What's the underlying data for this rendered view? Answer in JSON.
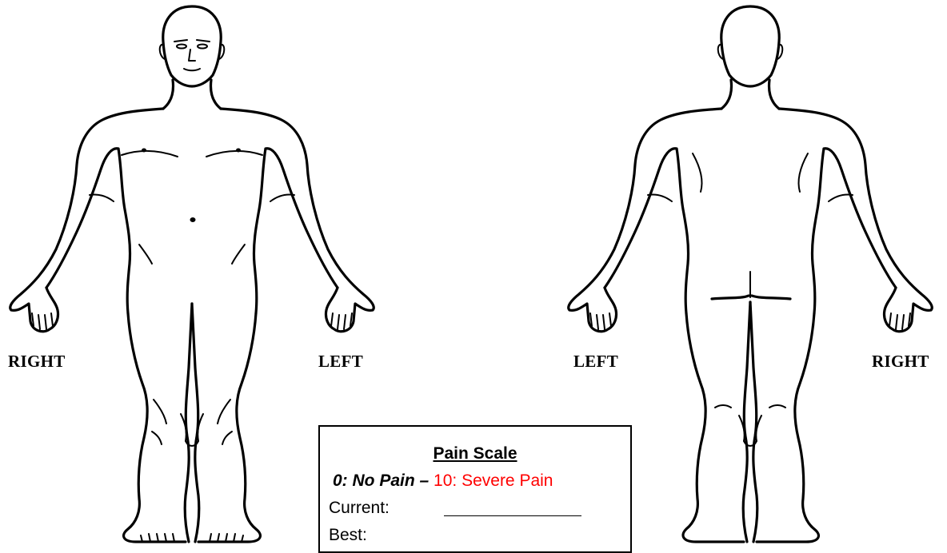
{
  "labels": {
    "front_right": "RIGHT",
    "front_left": "LEFT",
    "back_left": "LEFT",
    "back_right": "RIGHT"
  },
  "pain_scale": {
    "title": "Pain Scale",
    "no_pain": "0: No Pain",
    "dash": " – ",
    "severe": "10: Severe Pain",
    "fields": [
      {
        "label": "Current:"
      },
      {
        "label": "Best:"
      }
    ]
  },
  "colors": {
    "severe": "#ff0000",
    "line": "#000000"
  },
  "icons": [
    "body-front-figure",
    "body-back-figure"
  ]
}
